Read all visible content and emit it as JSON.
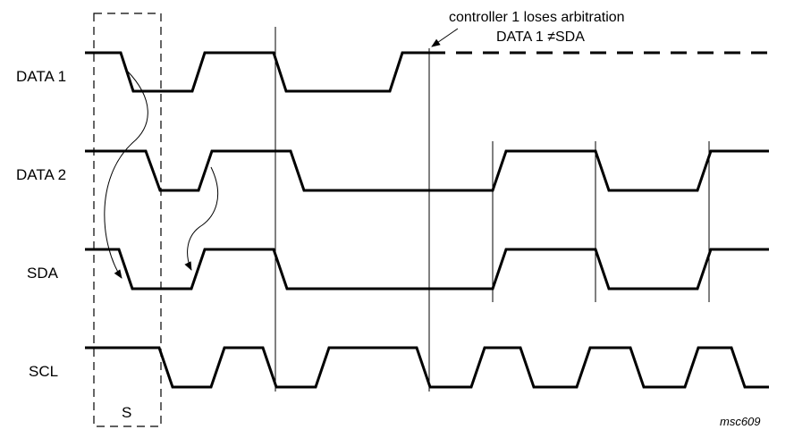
{
  "signals": {
    "data1": "DATA 1",
    "data2": "DATA 2",
    "sda": "SDA",
    "scl": "SCL"
  },
  "annotation": {
    "line1": "controller 1 loses arbitration",
    "line2": "DATA 1 ≠SDA"
  },
  "start_label": "S",
  "figure_ref": "msc609"
}
